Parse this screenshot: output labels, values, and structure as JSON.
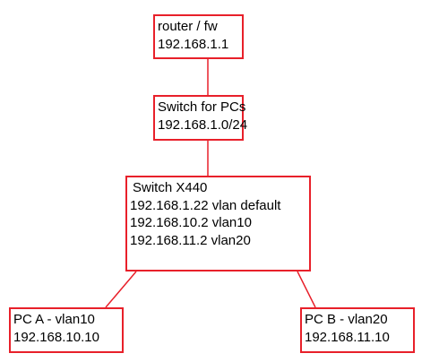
{
  "colors": {
    "node_border": "#e8202a",
    "connector": "#e8202a",
    "text": "#000000",
    "background": "#ffffff"
  },
  "nodes": {
    "router": {
      "lines": [
        "router / fw",
        "192.168.1.1"
      ]
    },
    "pc_switch": {
      "lines": [
        "Switch for PCs",
        "192.168.1.0/24"
      ]
    },
    "switch_x440": {
      "lines": [
        "Switch X440",
        "192.168.1.22 vlan default",
        "192.168.10.2 vlan10",
        "192.168.11.2 vlan20"
      ]
    },
    "pc_a": {
      "lines": [
        "PC A - vlan10",
        "192.168.10.10"
      ]
    },
    "pc_b": {
      "lines": [
        "PC B - vlan20",
        "192.168.11.10"
      ]
    }
  }
}
